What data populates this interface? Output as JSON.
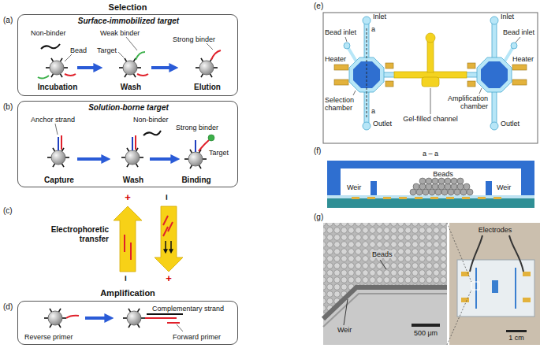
{
  "diagram": {
    "nodes": [
      {
        "text": [
          "Surface-immobilized target",
          "Non-binder",
          "Bead",
          "Weak binder",
          "Target",
          "Strong binder",
          "Incubation",
          "Wash",
          "Elution"
        ]
      },
      {
        "text": [
          "Solution-borne target",
          "Anchor strand",
          "Non-binder",
          "Strong binder",
          "Target",
          "Capture",
          "Wash",
          "Binding"
        ]
      },
      {
        "text": [
          "Reverse primer",
          "Complementary strand",
          "Forward primer"
        ]
      }
    ],
    "labels": [
      "Selection",
      "(a)",
      "(b)",
      "(c)",
      "Electrophoretic transfer",
      "+",
      "−",
      "−",
      "+",
      "Amplification",
      "(d)",
      "(e)",
      "Inlet",
      "a",
      "Bead inlet",
      "Heater",
      "Selection chamber",
      "a",
      "Outlet",
      "Gel-filled channel",
      "Inlet",
      "Bead inlet",
      "Heater",
      "Amplification chamber",
      "Outlet",
      "(f)",
      "a – a",
      "Beads",
      "Weir",
      "Weir",
      "(g)",
      "Weir",
      "Beads",
      "500 μm",
      "Electrodes",
      "1 cm"
    ]
  }
}
